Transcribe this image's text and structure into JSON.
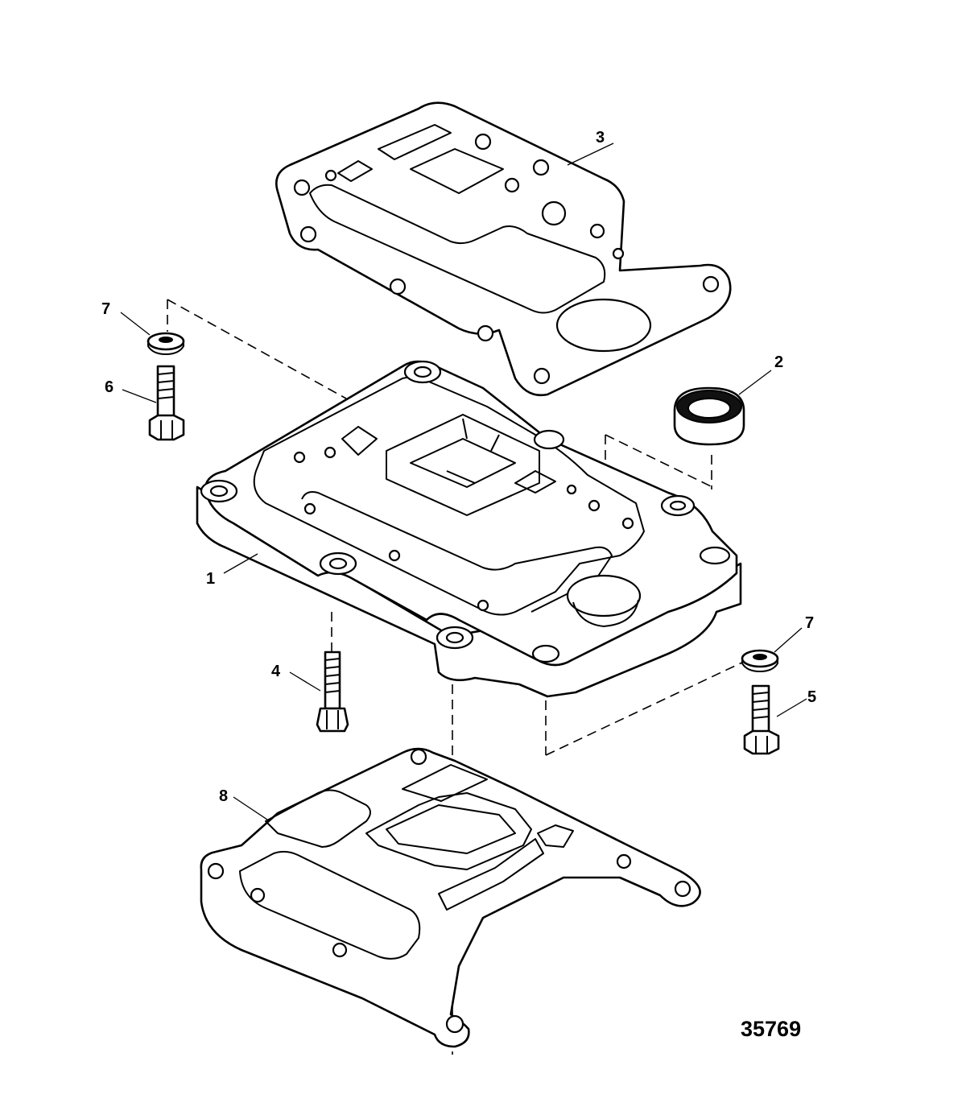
{
  "figure_number": "35769",
  "callouts": [
    {
      "id": "1",
      "label": "1"
    },
    {
      "id": "2",
      "label": "2"
    },
    {
      "id": "3",
      "label": "3"
    },
    {
      "id": "4",
      "label": "4"
    },
    {
      "id": "5",
      "label": "5"
    },
    {
      "id": "6",
      "label": "6"
    },
    {
      "id": "7a",
      "label": "7"
    },
    {
      "id": "7b",
      "label": "7"
    },
    {
      "id": "8",
      "label": "8"
    }
  ],
  "colors": {
    "line": "#000000",
    "background": "#ffffff"
  }
}
